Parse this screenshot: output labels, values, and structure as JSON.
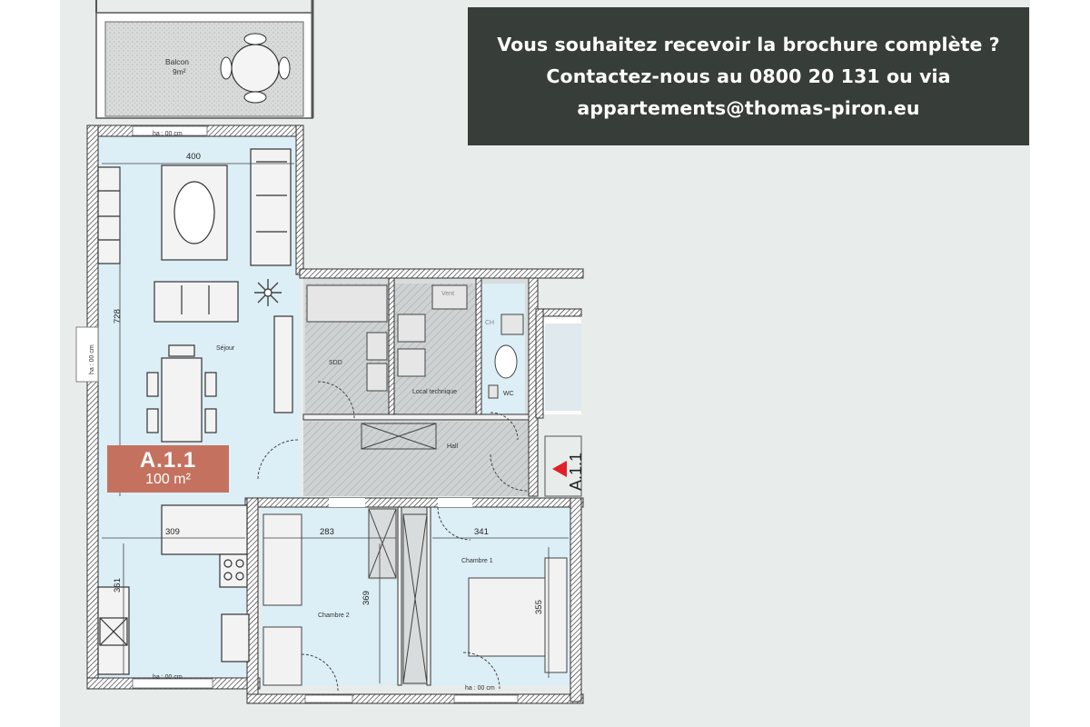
{
  "banner": {
    "line1": "Vous souhaitez recevoir la brochure complète ?",
    "line2": "Contactez-nous au 0800 20 131 ou via",
    "line3": "appartements@thomas-piron.eu"
  },
  "unit": {
    "code": "A.1.1",
    "area": "100 m²"
  },
  "rooms": {
    "balcon": "Balcon",
    "balcon_area": "9m²",
    "sejour": "Séjour",
    "sdd": "SDD",
    "local_technique": "Local technique",
    "wc": "WC",
    "hall": "Hall",
    "chambre1": "Chambre 1",
    "chambre2": "Chambre 2",
    "vent": "Vent",
    "ch": "CH"
  },
  "dimensions": {
    "d400": "400",
    "d728": "728",
    "d309": "309",
    "d361": "361",
    "d283": "283",
    "d369": "369",
    "d341": "341",
    "d355": "355",
    "ha_top": "ha : 00 cm",
    "ha_bottom_left": "ha : 00 cm",
    "ha_bottom_right": "ha : 00 cm",
    "ha_side": "ha : 00 cm"
  },
  "side_code": "A.1.1",
  "colors": {
    "background": "#e8ecea",
    "banner": "#373d38",
    "unit_tag": "#c4725f",
    "living_fill": "#dceef6",
    "service_fill": "#d9dcdc",
    "wall": "#3a3a3a",
    "marker": "#e0202a"
  }
}
